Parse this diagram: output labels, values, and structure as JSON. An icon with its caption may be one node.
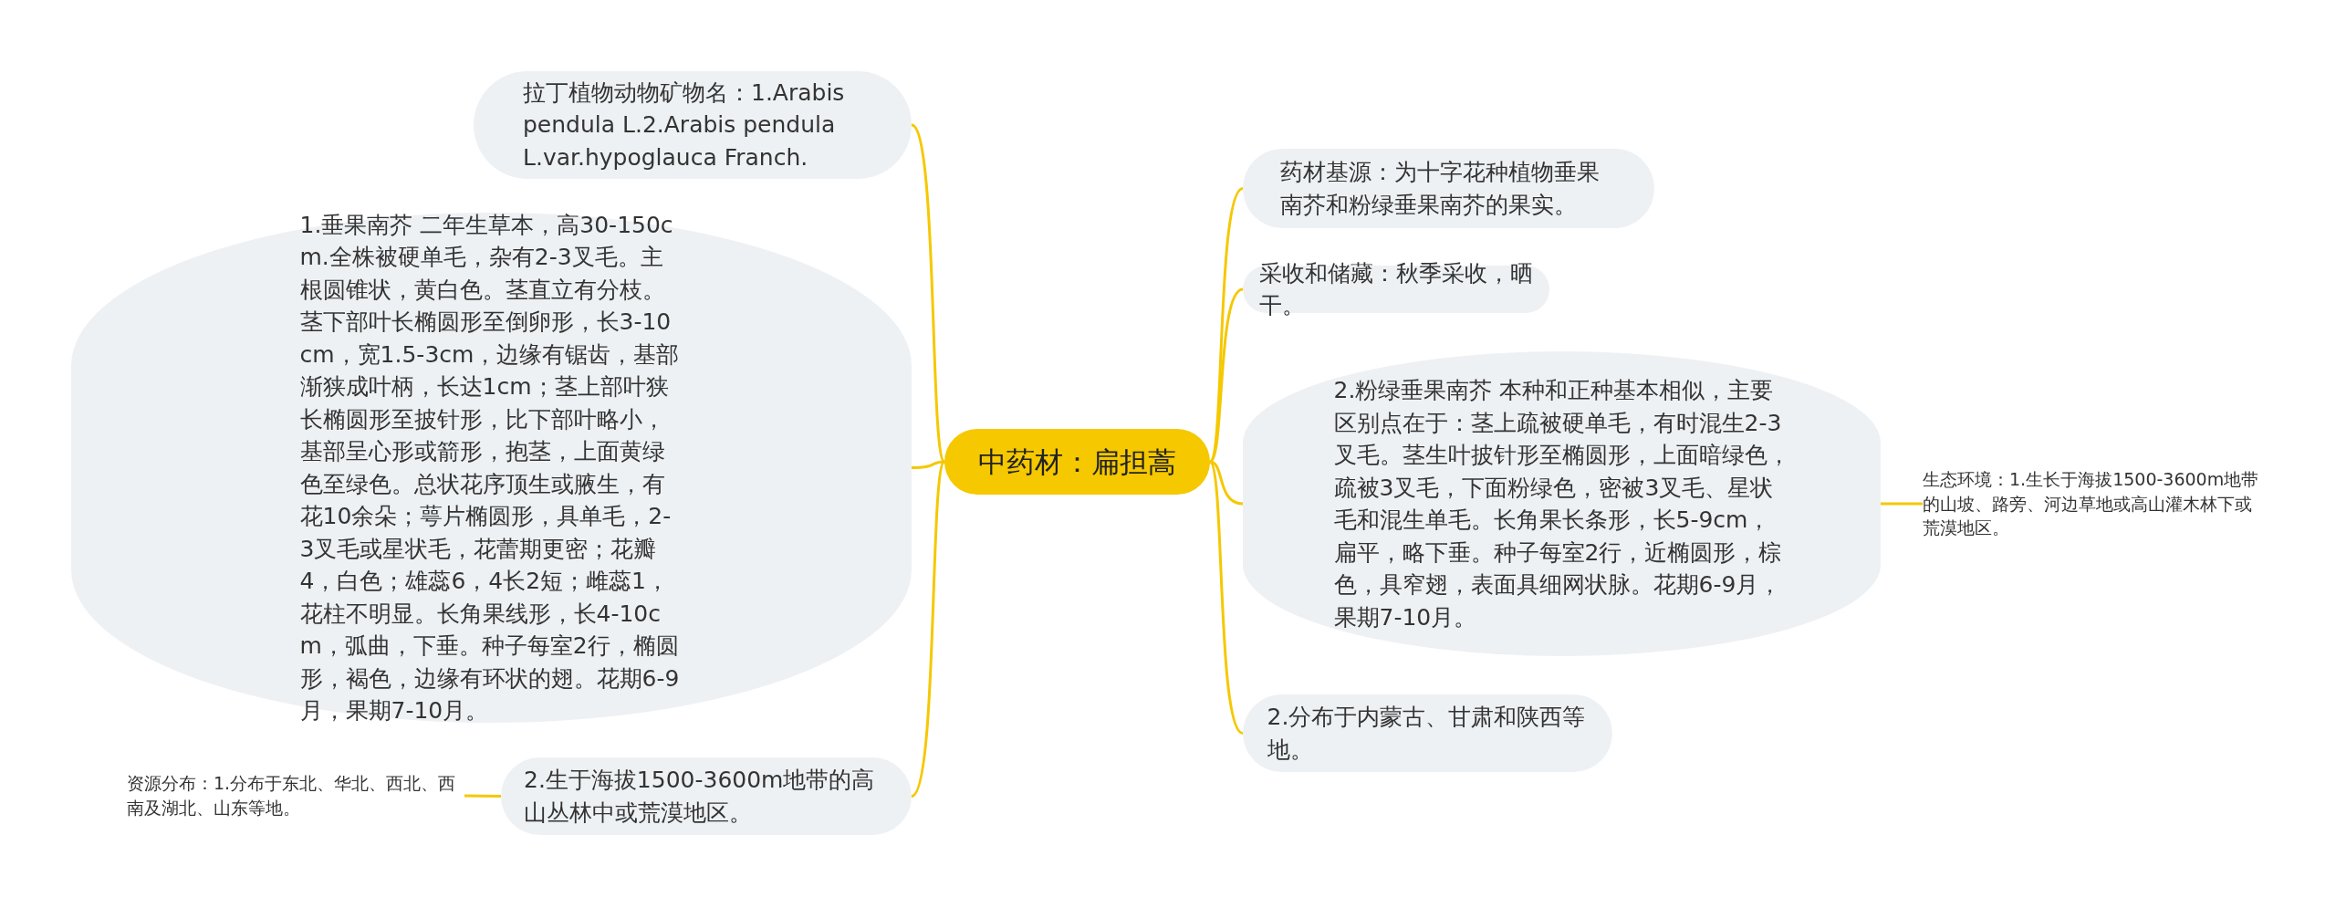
{
  "diagram": {
    "nodes": [
      {
        "text": [
          "中药材：扁担蒿"
        ]
      },
      {
        "text": [
          "拉丁植物动物矿物名：1.Arabis pendula L.2.Arabis pendula L.var.hypoglauca Franch."
        ]
      },
      {
        "text": [
          "1.垂果南芥 二年生草本，高30-150cm.全株被硬单毛，杂有2-3叉毛。主根圆锥状，黄白色。茎直立有分枝。茎下部叶长椭圆形至倒卵形，长3-10cm，宽1.5-3cm，边缘有锯齿，基部渐狭成叶柄，长达1cm；茎上部叶狭长椭圆形至披针形，比下部叶略小，基部呈心形或箭形，抱茎，上面黄绿色至绿色。总状花序顶生或腋生，有花10余朵；萼片椭圆形，具单毛，2-3叉毛或星状毛，花蕾期更密；花瓣4，白色；雄蕊6，4长2短；雌蕊1，花柱不明显。长角果线形，长4-10cm，弧曲，下垂。种子每室2行，椭圆形，褐色，边缘有环状的翅。花期6-9月，果期7-10月。"
        ]
      },
      {
        "text": [
          "2.生于海拔1500-3600m地带的高山丛林中或荒漠地区。"
        ]
      },
      {
        "text": [
          "资源分布：1.分布于东北、华北、西北、西南及湖北、山东等地。"
        ]
      },
      {
        "text": [
          "药材基源：为十字花种植物垂果南芥和粉绿垂果南芥的果实。"
        ]
      },
      {
        "text": [
          "采收和储藏：秋季采收，晒干。"
        ]
      },
      {
        "text": [
          "2.粉绿垂果南芥 本种和正种基本相似，主要区别点在于：茎上疏被硬单毛，有时混生2-3叉毛。茎生叶披针形至椭圆形，上面暗绿色，疏被3叉毛，下面粉绿色，密被3叉毛、星状毛和混生单毛。长角果长条形，长5-9cm，扁平，略下垂。种子每室2行，近椭圆形，棕色，具窄翅，表面具细网状脉。花期6-9月，果期7-10月。"
        ]
      },
      {
        "text": [
          "生态环境：1.生长于海拔1500-3600m地带的山坡、路旁、河边草地或高山灌木林下或荒漠地区。"
        ]
      },
      {
        "text": [
          "2.分布于内蒙古、甘肃和陕西等地。"
        ]
      }
    ],
    "edges": [
      {
        "from": 0,
        "to": 1,
        "arrow": "none"
      },
      {
        "from": 0,
        "to": 2,
        "arrow": "none"
      },
      {
        "from": 0,
        "to": 3,
        "arrow": "none"
      },
      {
        "from": 3,
        "to": 4,
        "arrow": "none"
      },
      {
        "from": 0,
        "to": 5,
        "arrow": "none"
      },
      {
        "from": 0,
        "to": 6,
        "arrow": "none"
      },
      {
        "from": 0,
        "to": 7,
        "arrow": "none"
      },
      {
        "from": 7,
        "to": 8,
        "arrow": "none"
      },
      {
        "from": 0,
        "to": 9,
        "arrow": "none"
      }
    ]
  }
}
